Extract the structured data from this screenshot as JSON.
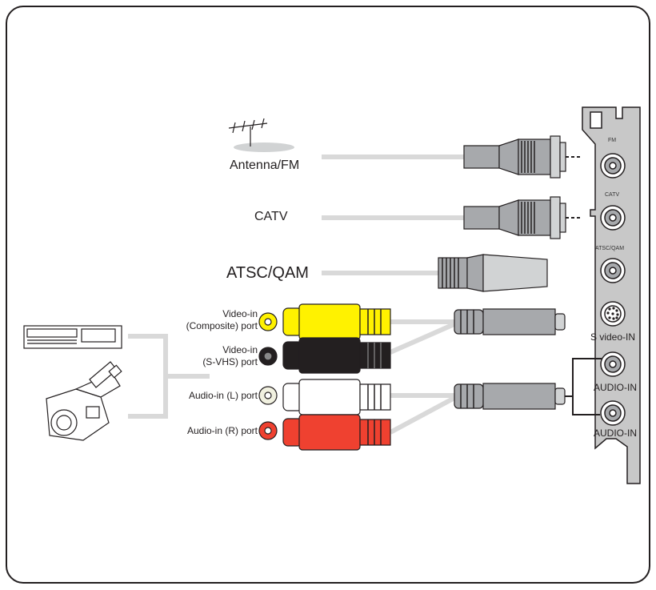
{
  "sources": {
    "antenna_label": "Antenna/FM",
    "catv_label": "CATV",
    "atsc_label": "ATSC/QAM"
  },
  "inputs": {
    "video_composite": [
      "Video-in",
      "(Composite) port"
    ],
    "video_svhs": [
      "Video-in",
      "(S-VHS) port"
    ],
    "audio_left": "Audio-in (L) port",
    "audio_right": "Audio-in (R) port"
  },
  "card_ports": {
    "fm": "FM",
    "catv": "CATV",
    "atsc_qam": "ATSC/QAM",
    "s_video_in": "S video-IN",
    "audio_in_1": "AUDIO-IN",
    "audio_in_2": "AUDIO-IN"
  },
  "colors": {
    "outline": "#231f20",
    "cable": "#d9d9d9",
    "plug_gray": "#a7a9ac",
    "card_fill": "#c8c8c8",
    "composite_yellow": "#fff200",
    "svhs_black": "#231f20",
    "audio_white": "#ffffff",
    "audio_red": "#ef4130"
  }
}
